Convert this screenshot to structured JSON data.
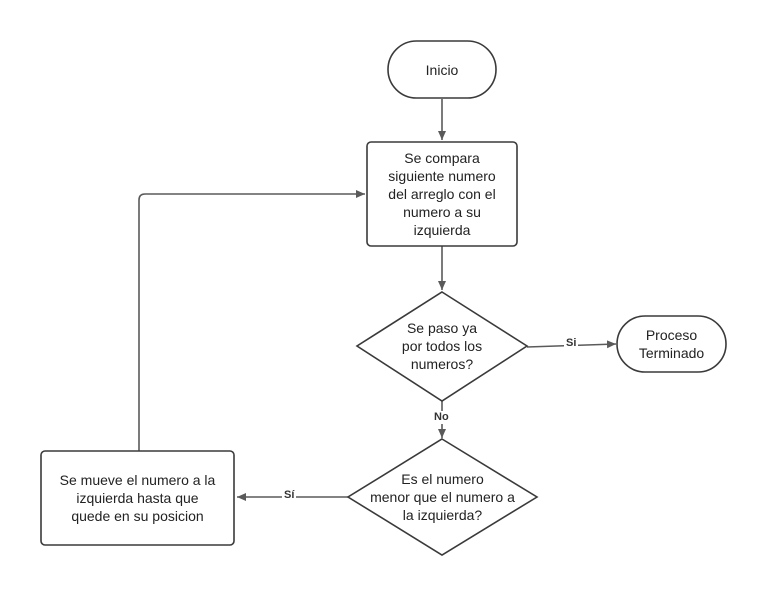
{
  "nodes": {
    "inicio": "Inicio",
    "compara": "Se compara\nsiguiente numero\ndel arreglo con el\nnumero a su\nizquierda",
    "decision_todos": "Se paso ya\npor todos los\nnumeros?",
    "terminado": "Proceso\nTerminado",
    "decision_menor": "Es el numero\nmenor que el numero a\nla izquierda?",
    "mueve": "Se mueve el numero a la\nizquierda hasta que\nquede en su posicion"
  },
  "edges": {
    "si_terminado": "Si",
    "no_siguiente": "No",
    "si_mueve": "Sí"
  },
  "colors": {
    "stroke": "#3a3a3a",
    "connector": "#5a5a5a",
    "text": "#222222",
    "background": "#ffffff"
  }
}
